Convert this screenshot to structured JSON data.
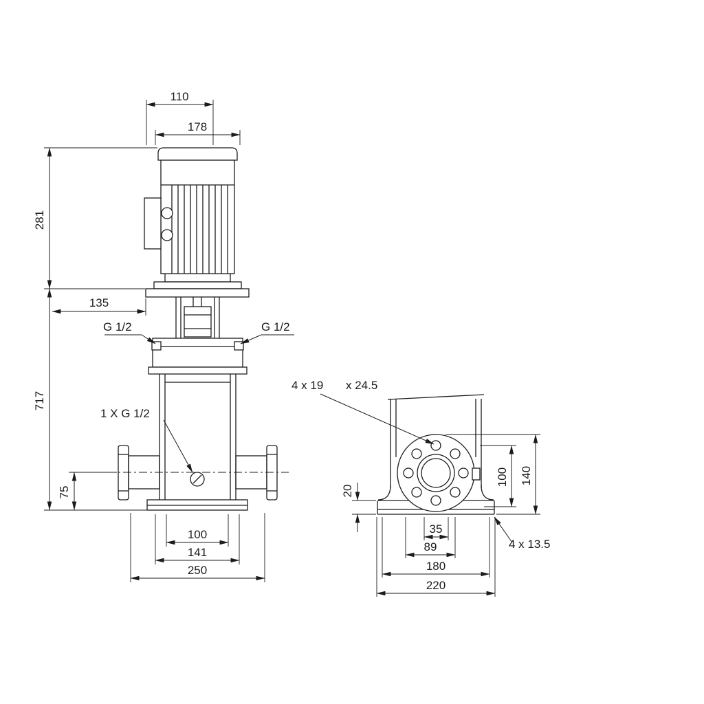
{
  "drawing": {
    "front_view": {
      "dim_top_width": "110",
      "dim_motor_width": "178",
      "dim_motor_height": "281",
      "dim_135": "135",
      "dim_pump_height": "717",
      "dim_75": "75",
      "dim_100": "100",
      "dim_141": "141",
      "dim_250": "250",
      "plug_left": "G 1/2",
      "plug_right": "G 1/2",
      "drain": "1 X G 1/2"
    },
    "side_view": {
      "flange_holes": "4 x 19",
      "flange_counterbore": "x 24.5",
      "dim_20": "20",
      "dim_100": "100",
      "dim_140": "140",
      "dim_35": "35",
      "dim_89": "89",
      "dim_180": "180",
      "dim_220": "220",
      "base_holes": "4  x  13.5"
    }
  }
}
